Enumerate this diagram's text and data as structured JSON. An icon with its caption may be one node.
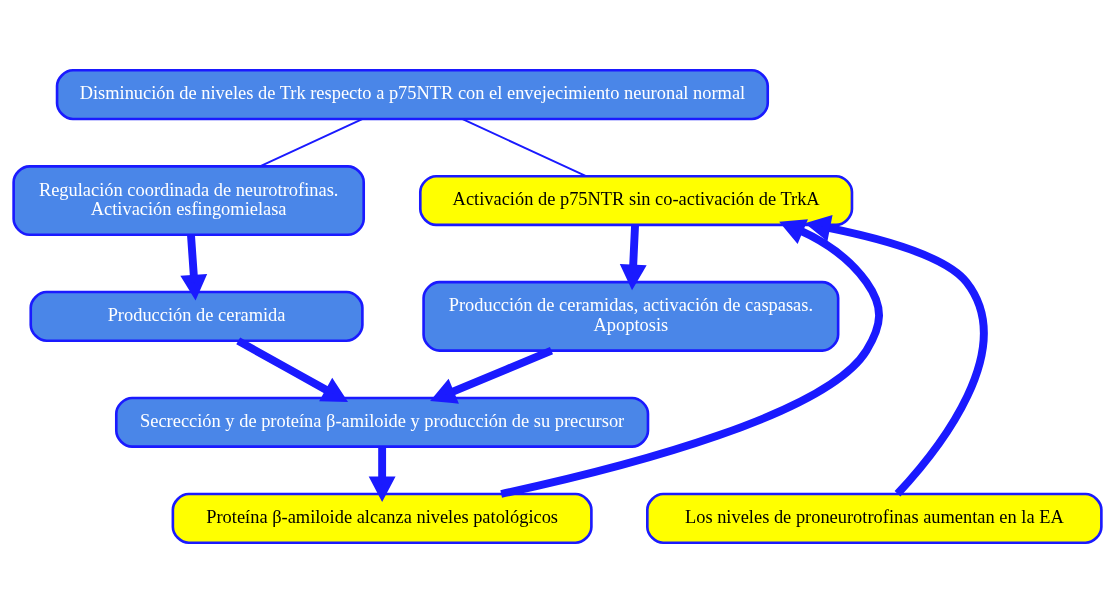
{
  "diagram": {
    "nodes": [
      {
        "text": [
          "Disminución de niveles de Trk respecto a p75NTR con el envejecimiento neuronal normal"
        ]
      },
      {
        "text": [
          "Regulación coordinada de neurotrofinas.",
          "Activación esfingomielasa"
        ]
      },
      {
        "text": [
          "Producción de ceramida"
        ]
      },
      {
        "text": [
          "Activación de p75NTR sin co-activación de TrkA"
        ]
      },
      {
        "text": [
          "Producción de ceramidas, activación de caspasas.",
          "Apoptosis"
        ]
      },
      {
        "text": [
          "Secrección y de proteína β-amiloide y producción de su precursor"
        ]
      },
      {
        "text": [
          "Proteína β-amiloide alcanza niveles patológicos"
        ]
      },
      {
        "text": [
          "Los niveles de proneurotrofinas aumentan en la EA"
        ]
      }
    ],
    "edges": [
      {
        "from": 0,
        "to": 1,
        "arrow": "none"
      },
      {
        "from": 0,
        "to": 3,
        "arrow": "none"
      },
      {
        "from": 1,
        "to": 2,
        "arrow": "to"
      },
      {
        "from": 3,
        "to": 4,
        "arrow": "to"
      },
      {
        "from": 2,
        "to": 5,
        "arrow": "to"
      },
      {
        "from": 4,
        "to": 5,
        "arrow": "to"
      },
      {
        "from": 5,
        "to": 6,
        "arrow": "to"
      },
      {
        "from": 6,
        "to": 3,
        "arrow": "to"
      },
      {
        "from": 7,
        "to": 3,
        "arrow": "to"
      }
    ]
  }
}
